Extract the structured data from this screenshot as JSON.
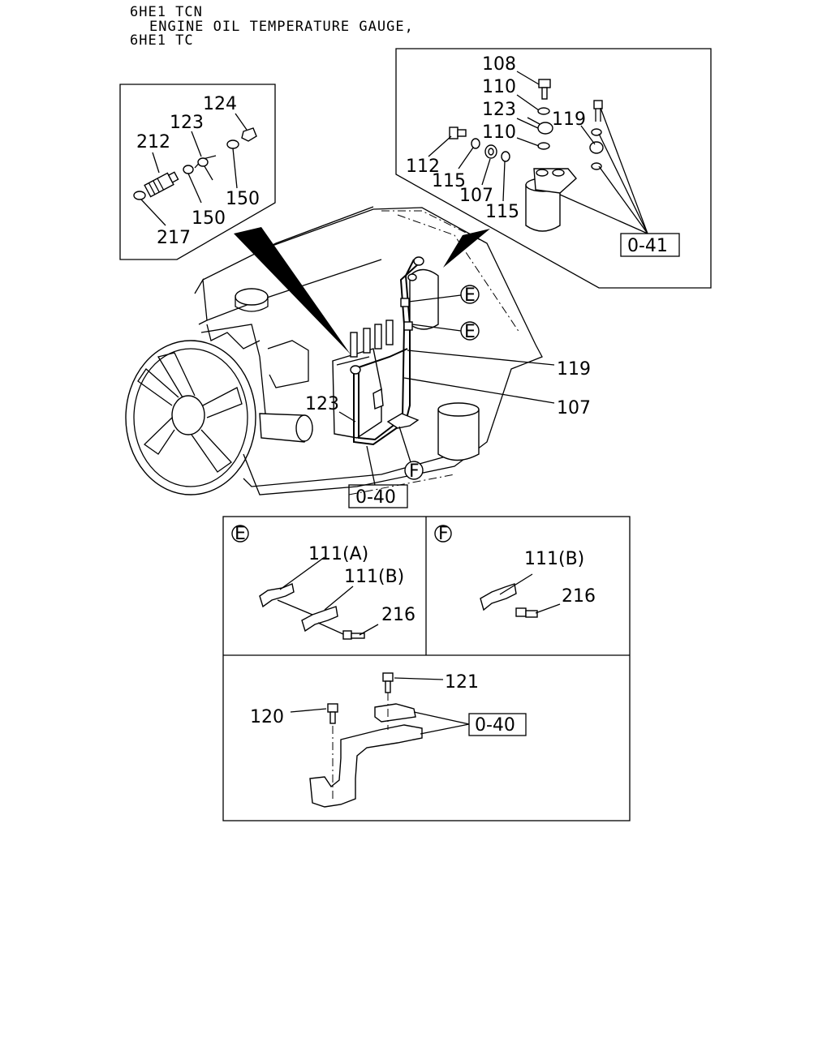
{
  "header": {
    "line1": "6HE1 TCN",
    "line2": "ENGINE OIL TEMPERATURE GAUGE,",
    "line3": "6HE1 TC"
  },
  "callouts": {
    "p124": "124",
    "p123_left": "123",
    "p212": "212",
    "p150_a": "150",
    "p150_b": "150",
    "p217": "217",
    "p108": "108",
    "p110_a": "110",
    "p123_right": "123",
    "p119_right": "119",
    "p110_b": "110",
    "p112": "112",
    "p115_a": "115",
    "p107_right": "107",
    "p115_b": "115",
    "ref_041": "0-41",
    "detail_e_1": "E",
    "detail_e_2": "E",
    "p119_main": "119",
    "p107_main": "107",
    "p123_main": "123",
    "detail_f": "F",
    "ref_040_main": "0-40",
    "panel_e_tag": "E",
    "p111a": "111(A)",
    "p111b_e": "111(B)",
    "p216_e": "216",
    "panel_f_tag": "F",
    "p111b_f": "111(B)",
    "p216_f": "216",
    "p121": "121",
    "p120": "120",
    "ref_040_bottom": "0-40"
  }
}
